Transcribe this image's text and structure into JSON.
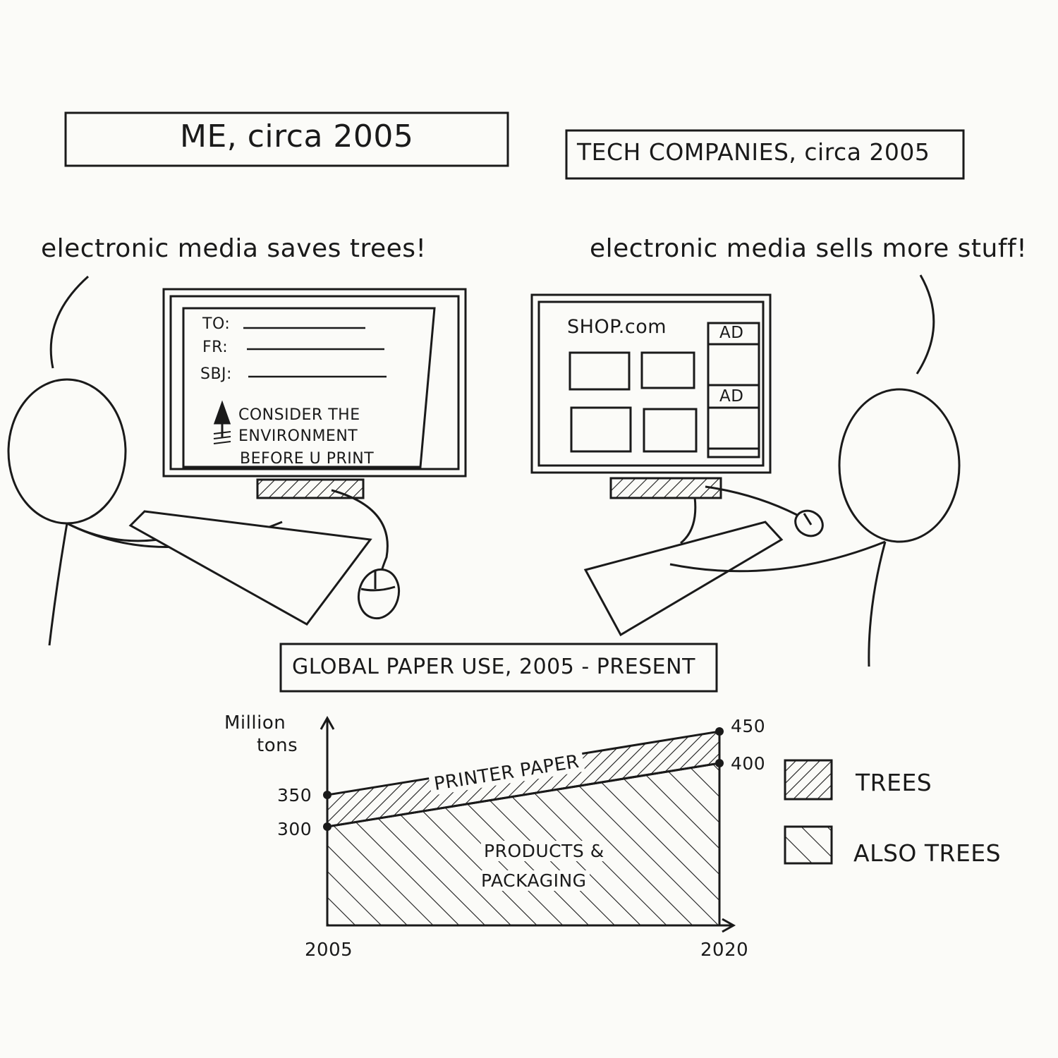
{
  "panels": {
    "left_title": "ME, circa 2005",
    "right_title": "TECH COMPANIES, circa 2005",
    "left_speech": "electronic media saves trees!",
    "right_speech": "electronic media sells more stuff!"
  },
  "left_screen": {
    "to_label": "TO:",
    "fr_label": "FR:",
    "sbj_label": "SBJ:",
    "notice_line1": "CONSIDER THE",
    "notice_line2": "ENVIRONMENT",
    "notice_line3": "BEFORE U PRINT"
  },
  "right_screen": {
    "site_name": "SHOP.com",
    "ad1": "AD",
    "ad2": "AD"
  },
  "chart_data": {
    "type": "area",
    "title": "GLOBAL PAPER USE, 2005 - PRESENT",
    "ylabel_line1": "Million",
    "ylabel_line2": "tons",
    "x": [
      "2005",
      "2020"
    ],
    "xlabel_start": "2005",
    "xlabel_end": "2020",
    "y_ticks": [
      "300",
      "350",
      "400",
      "450"
    ],
    "series": [
      {
        "name": "PRODUCTS & PACKAGING",
        "label_line1": "PRODUCTS &",
        "label_line2": "PACKAGING",
        "values": [
          300,
          400
        ]
      },
      {
        "name": "PRINTER PAPER",
        "values": [
          350,
          450
        ]
      }
    ],
    "legend": [
      {
        "label": "TREES",
        "pattern": "dense-hatch"
      },
      {
        "label": "ALSO TREES",
        "pattern": "sparse-hatch"
      }
    ],
    "legend_position": "right"
  }
}
